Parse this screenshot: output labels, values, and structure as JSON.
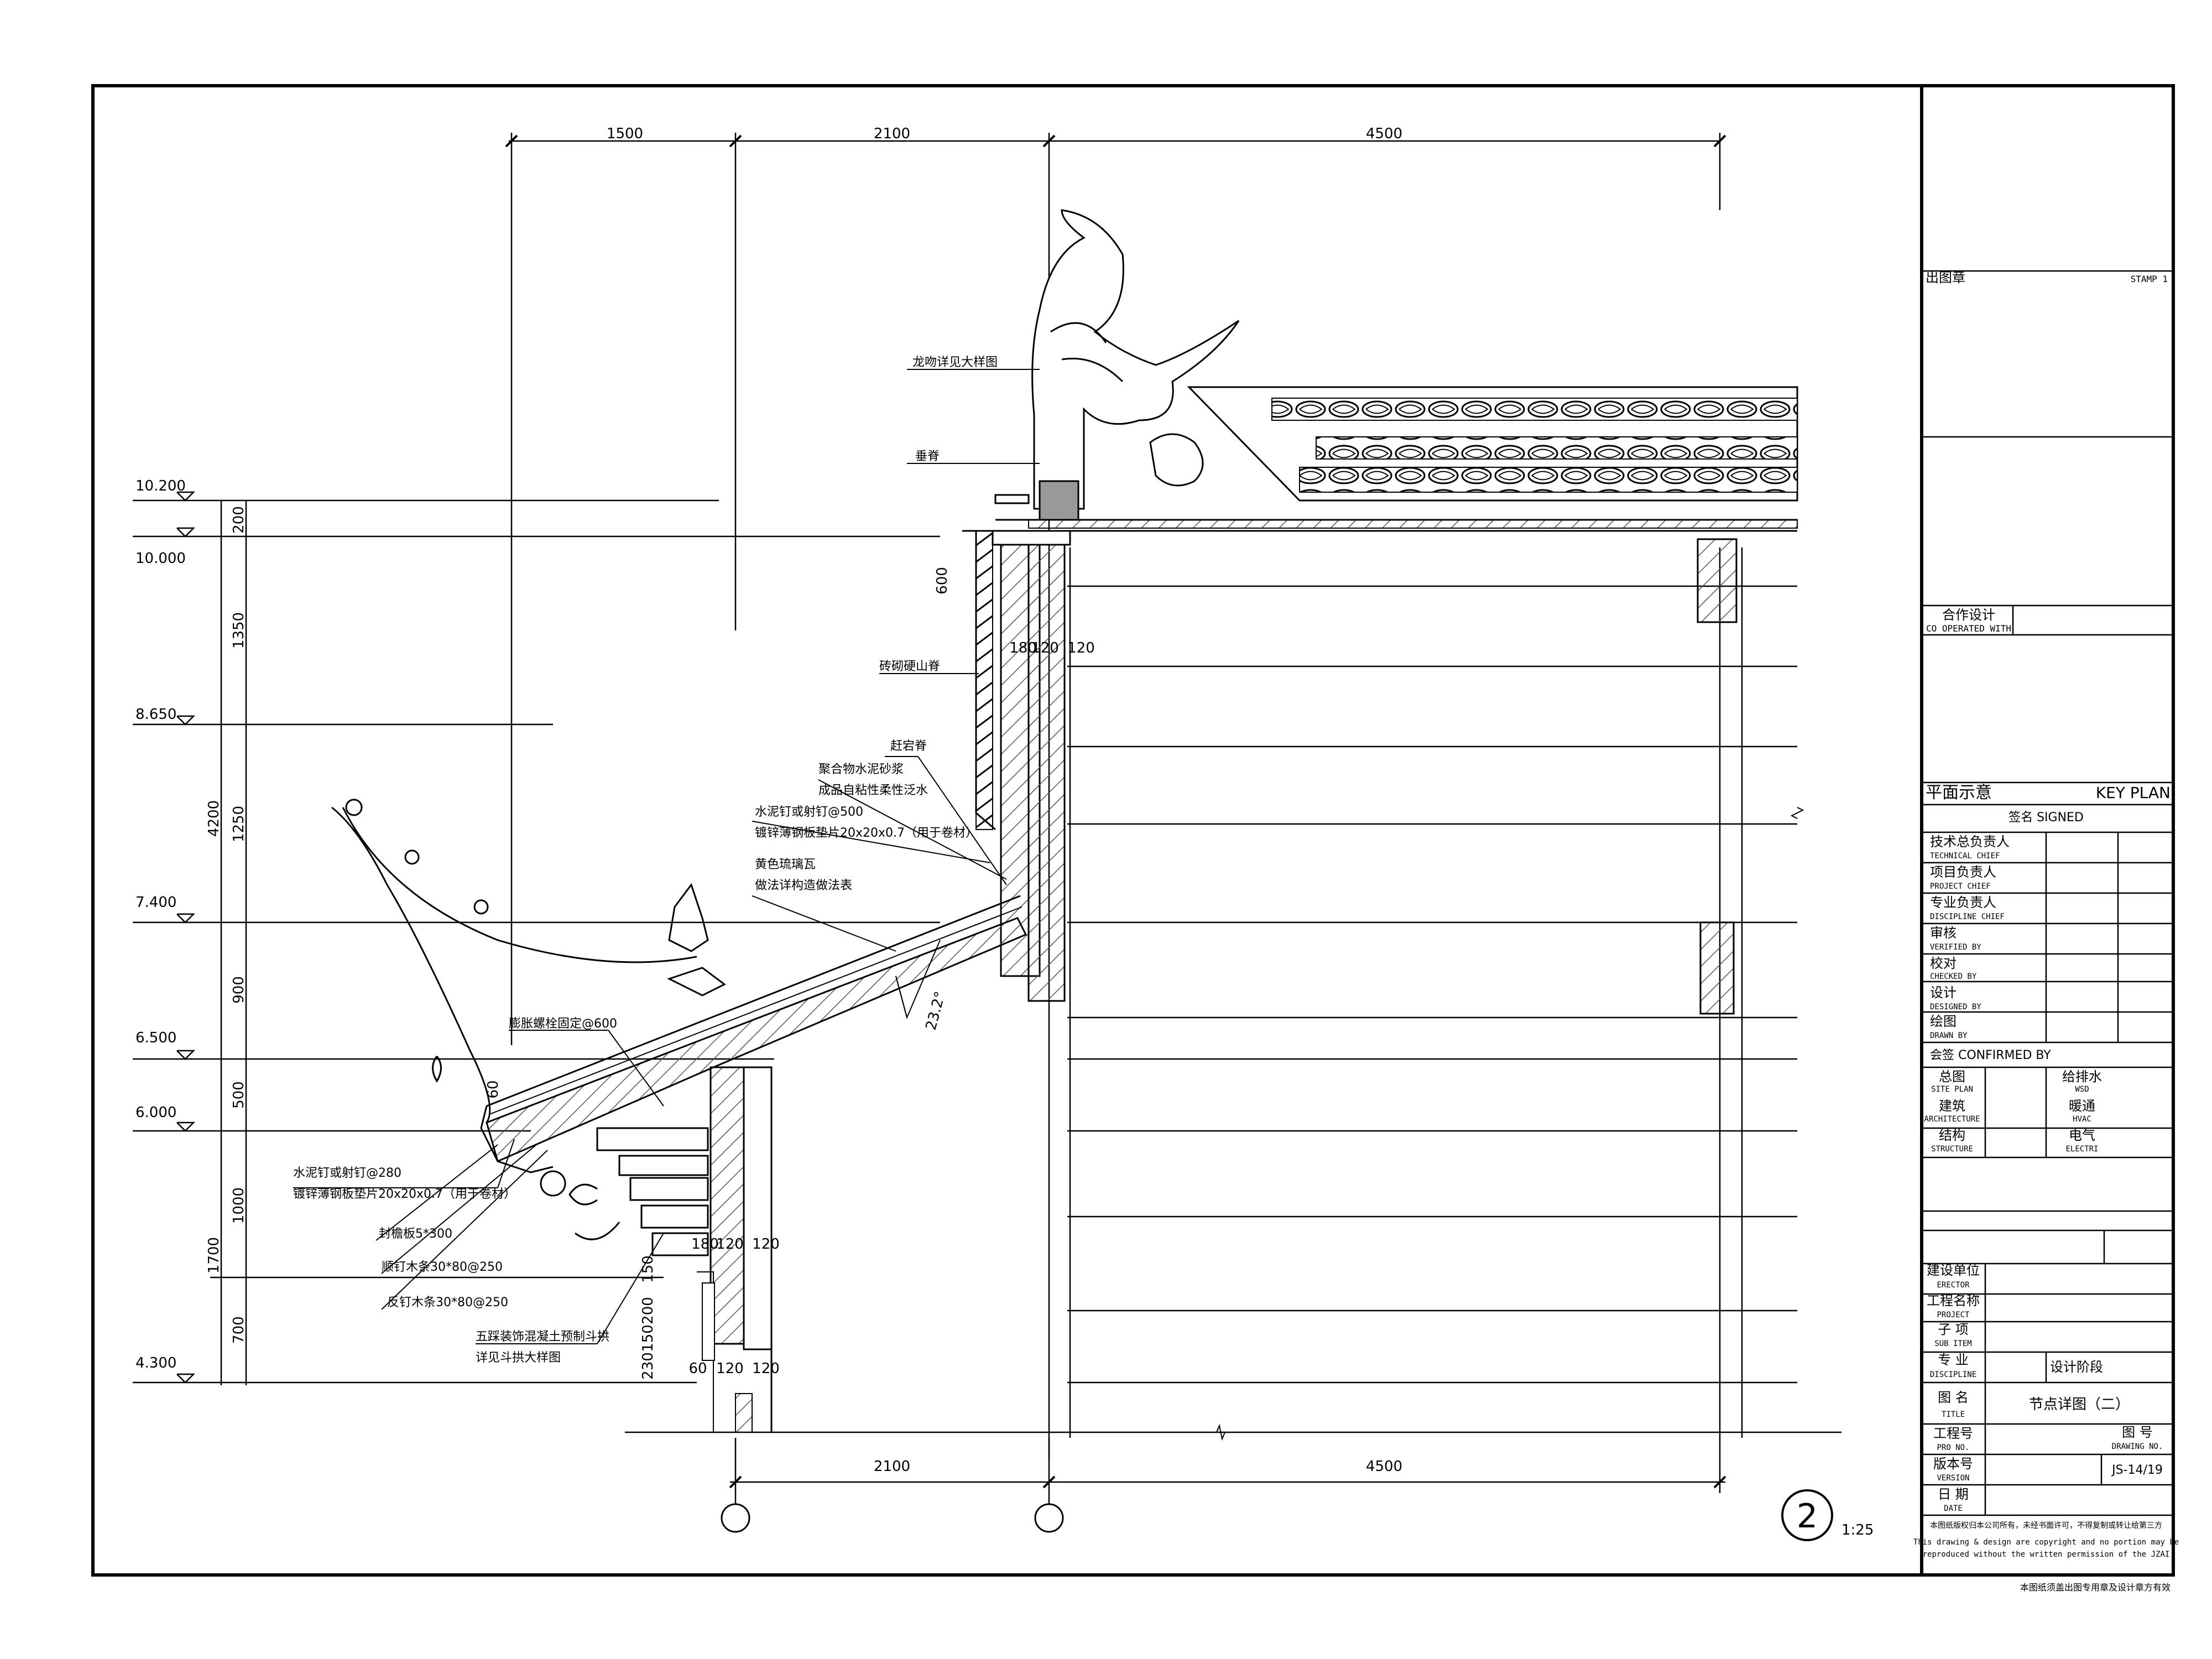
{
  "dims": {
    "top": [
      "1500",
      "2100",
      "4500"
    ],
    "bottom": [
      "2100",
      "4500"
    ],
    "left_v": [
      "200",
      "1350",
      "1250",
      "900",
      "500",
      "1000",
      "700"
    ],
    "left_v_total": [
      "4200",
      "1700"
    ],
    "wall_top": "600",
    "wall_a": "180",
    "wall_b": "120",
    "wall_c": "120",
    "low_a": "180",
    "low_b": "120",
    "low_c": "120",
    "low2_a": "60",
    "low2_b": "120",
    "low2_c": "120",
    "stack": [
      "150",
      "200",
      "150",
      "230"
    ],
    "eave_60": "60",
    "angle": "23.2°"
  },
  "levels": [
    "10.200",
    "10.000",
    "8.650",
    "7.400",
    "6.500",
    "6.000",
    "4.300"
  ],
  "annotations": {
    "ridge_ornament": "龙吻详见大样图",
    "vertical_ridge": "垂脊",
    "gable": "砖砌硬山脊",
    "slope_ridge": "赶宕脊",
    "mortar": "聚合物水泥砂浆",
    "membrane": "成品自粘性柔性泛水",
    "nail_500": "水泥钉或射钉@500",
    "strip_500": "镀锌薄钢板垫片20x20x0.7（用于卷材）",
    "tile": "黄色琉璃瓦",
    "tile_ref": "做法详构造做法表",
    "bolt": "膨胀螺栓固定@600",
    "nail_280": "水泥钉或射钉@280",
    "strip_280": "镀锌薄钢板垫片20x20x0.7（用于卷材）",
    "eave_board": "封檐板5*300",
    "batten_1": "顺钉木条30*80@250",
    "batten_2": "反钉木条30*80@250",
    "bracket": "五踩装饰混凝土预制斗拱",
    "bracket_ref": "详见斗拱大样图"
  },
  "detail": {
    "number": "2",
    "scale": "1:25"
  },
  "title_block": {
    "stamp_label": "出图章",
    "stamp_en": "STAMP 1",
    "coop_cn": "合作设计",
    "coop_en": "CO OPERATED WITH",
    "keyplan_cn": "平面示意",
    "keyplan_en": "KEY PLAN",
    "signed": "签名 SIGNED",
    "sign_rows": [
      {
        "cn": "技术总负责人",
        "en": "TECHNICAL CHIEF"
      },
      {
        "cn": "项目负责人",
        "en": "PROJECT CHIEF"
      },
      {
        "cn": "专业负责人",
        "en": "DISCIPLINE CHIEF"
      },
      {
        "cn": "审核",
        "en": "VERIFIED BY"
      },
      {
        "cn": "校对",
        "en": "CHECKED BY"
      },
      {
        "cn": "设计",
        "en": "DESIGNED BY"
      },
      {
        "cn": "绘图",
        "en": "DRAWN BY"
      }
    ],
    "confirmed": "会签 CONFIRMED BY",
    "confirm_rows": [
      {
        "l_cn": "总图",
        "l_en": "SITE PLAN",
        "r_cn": "给排水",
        "r_en": "WSD"
      },
      {
        "l_cn": "建筑",
        "l_en": "ARCHITECTURE",
        "r_cn": "暖通",
        "r_en": "HVAC"
      },
      {
        "l_cn": "结构",
        "l_en": "STRUCTURE",
        "r_cn": "电气",
        "r_en": "ELECTRI"
      }
    ],
    "project_rows": [
      {
        "cn": "建设单位",
        "en": "ERECTOR"
      },
      {
        "cn": "工程名称",
        "en": "PROJECT"
      },
      {
        "cn": "子  项",
        "en": "SUB ITEM"
      }
    ],
    "discipline_cn": "专  业",
    "discipline_en": "DISCIPLINE",
    "stage": "设计阶段",
    "title_cn": "图  名",
    "title_en": "TITLE",
    "title_value": "节点详图（二）",
    "proj_no_cn": "工程号",
    "proj_no_en": "PRO NO.",
    "dwg_no_cn": "图  号",
    "dwg_no_en": "DRAWING NO.",
    "version_cn": "版本号",
    "version_en": "VERSION",
    "dwg_no_value": "JS-14/19",
    "date_cn": "日  期",
    "date_en": "DATE",
    "copyright_cn": "本图纸版权归本公司所有，未经书面许可，不得复制或转让给第三方",
    "copyright_en_1": "This drawing & design are copyright and no portion may be",
    "copyright_en_2": "reproduced without the written permission of the JZAI",
    "footer": "本图纸须盖出图专用章及设计章方有效"
  },
  "colors": {
    "line": "#000000",
    "hatch": "#555555",
    "paper": "#ffffff"
  }
}
